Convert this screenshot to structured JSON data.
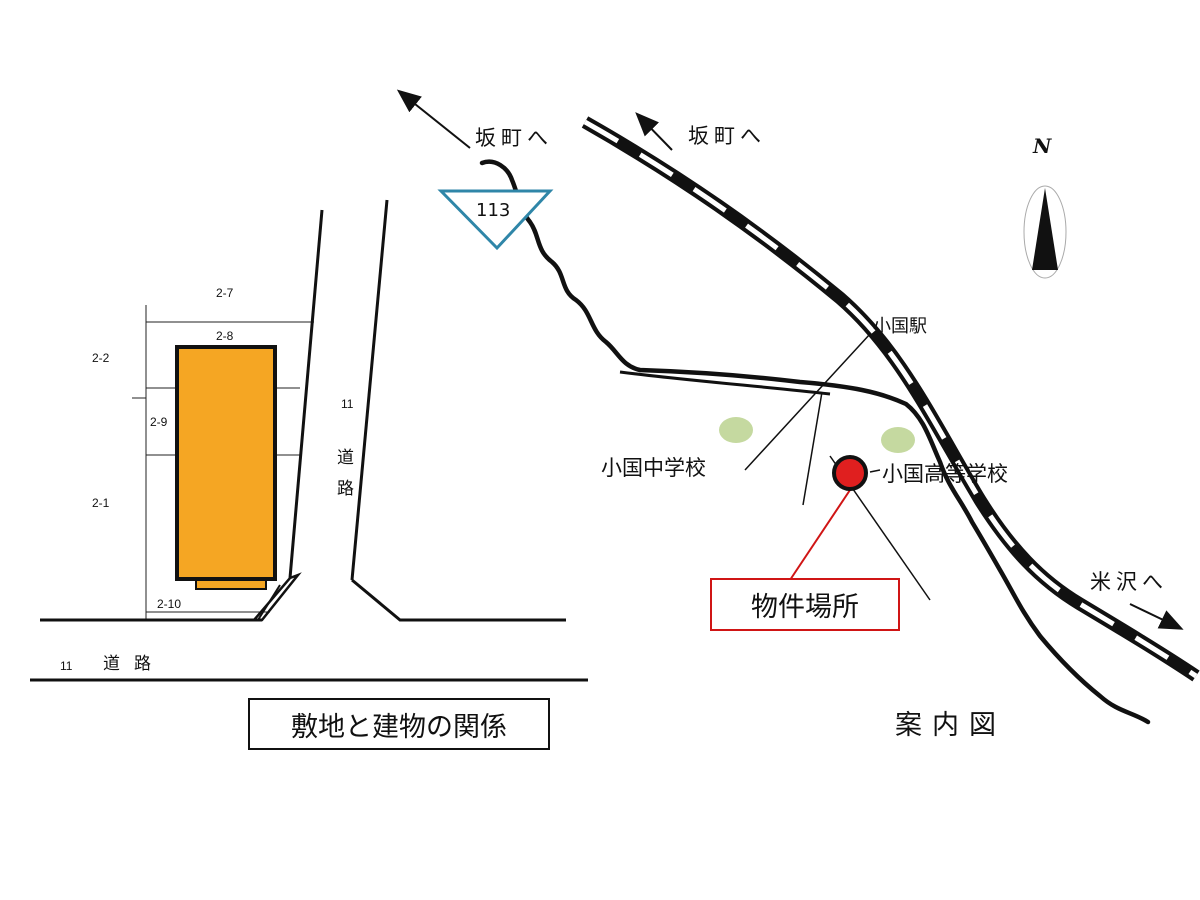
{
  "site_plan": {
    "lots": {
      "lot_2_7": "2-7",
      "lot_2_8": "2-8",
      "lot_2_2": "2-2",
      "lot_2_9": "2-9",
      "lot_2_1": "2-1",
      "lot_2_10": "2-10"
    },
    "road_east": {
      "number": "11",
      "name": "道路"
    },
    "road_south": {
      "number": "11",
      "name": "道路"
    },
    "caption": "敷地と建物の関係",
    "building_color": "#f5a623"
  },
  "guide_map": {
    "route_sign_number": "113",
    "route_sign_color": "#2f86a8",
    "direction_road": "坂町へ",
    "direction_rail_north": "坂町へ",
    "direction_rail_south": "米沢へ",
    "station": "小国駅",
    "junior_high": "小国中学校",
    "high_school": "小国高等学校",
    "property_label": "物件場所",
    "property_color": "#e01f1f",
    "school_marker_color": "#c5d9a0",
    "north_mark": "N",
    "caption": "案内図"
  }
}
